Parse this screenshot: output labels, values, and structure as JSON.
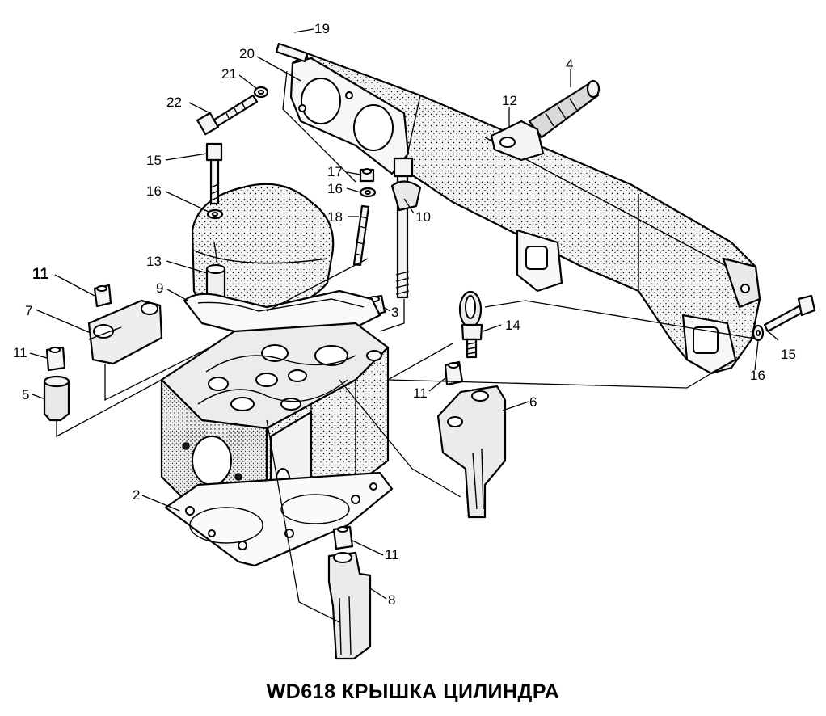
{
  "caption": "WD618 КРЫШКА ЦИЛИНДРА",
  "callouts": {
    "c19": "19",
    "c20": "20",
    "c21": "21",
    "c22": "22",
    "c4": "4",
    "c12": "12",
    "c15a": "15",
    "c16a": "16",
    "c17": "17",
    "c16b": "16",
    "c10": "10",
    "c18": "18",
    "c13": "13",
    "c11a": "11",
    "c7": "7",
    "c9": "9",
    "c3": "3",
    "c14": "14",
    "c15b": "15",
    "c16c": "16",
    "c11b": "11",
    "c11c": "11",
    "c5": "5",
    "c6": "6",
    "c2": "2",
    "c11d": "11",
    "c8": "8"
  }
}
